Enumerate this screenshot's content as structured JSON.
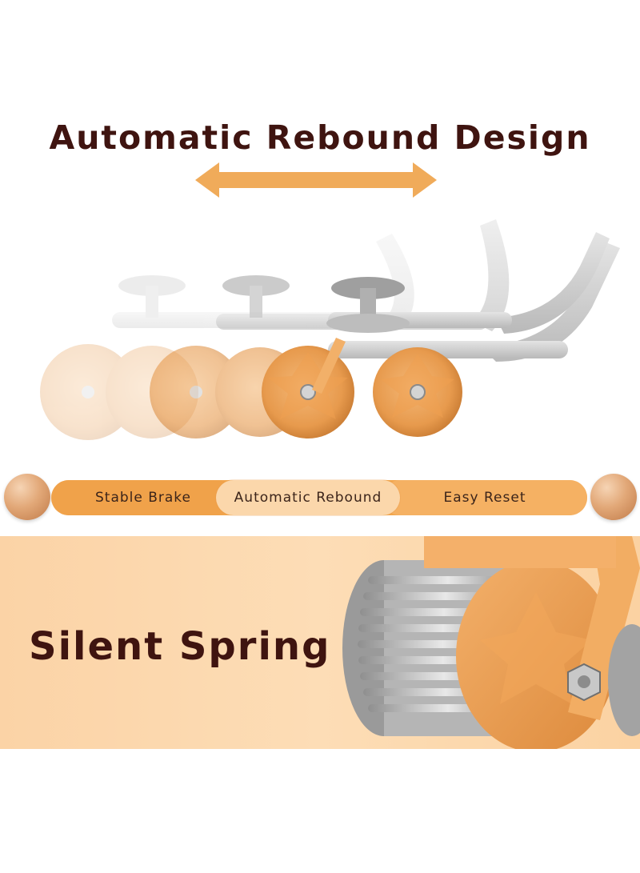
{
  "headline": "Automatic Rebound Design",
  "stages": [
    {
      "label": "Stable Brake"
    },
    {
      "label": "Automatic Rebound"
    },
    {
      "label": "Easy Reset"
    }
  ],
  "feature_title": "Silent Spring",
  "colors": {
    "heading": "#3f1410",
    "accent_orange": "#f2a64c",
    "wheel_orange": "#e9a35a",
    "panel_peach": "#fbd3a6",
    "handle_gray": "#cfcfcf"
  }
}
